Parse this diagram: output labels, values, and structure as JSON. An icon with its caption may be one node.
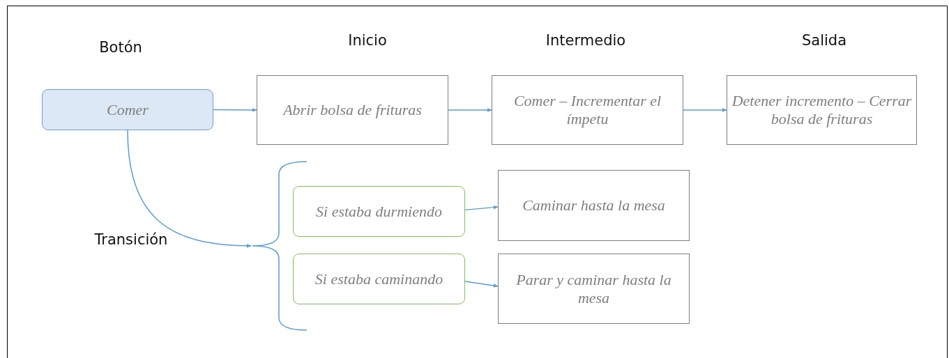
{
  "diagram": {
    "nodes": [
      {
        "text": [
          "Comer"
        ]
      },
      {
        "text": [
          "Abrir bolsa de frituras"
        ]
      },
      {
        "text": [
          "Comer – Incrementar el ímpetu"
        ]
      },
      {
        "text": [
          "Detener incremento – Cerrar bolsa de frituras"
        ]
      },
      {
        "text": [],
        "shape": "brace"
      },
      {
        "text": [
          "Si estaba durmiendo"
        ]
      },
      {
        "text": [
          "Caminar hasta la mesa"
        ]
      },
      {
        "text": [
          "Si estaba caminando"
        ]
      },
      {
        "text": [
          "Parar y caminar hasta la mesa"
        ]
      }
    ],
    "edges": [
      {
        "from": 0,
        "to": 1,
        "arrow": "to"
      },
      {
        "from": 1,
        "to": 2,
        "arrow": "to"
      },
      {
        "from": 2,
        "to": 3,
        "arrow": "to"
      },
      {
        "from": 0,
        "to": 4,
        "arrow": "to"
      },
      {
        "from": 5,
        "to": 6,
        "arrow": "to"
      },
      {
        "from": 7,
        "to": 8,
        "arrow": "to"
      }
    ],
    "labels": [
      "Botón",
      "Inicio",
      "Intermedio",
      "Salida",
      "Transición"
    ]
  }
}
